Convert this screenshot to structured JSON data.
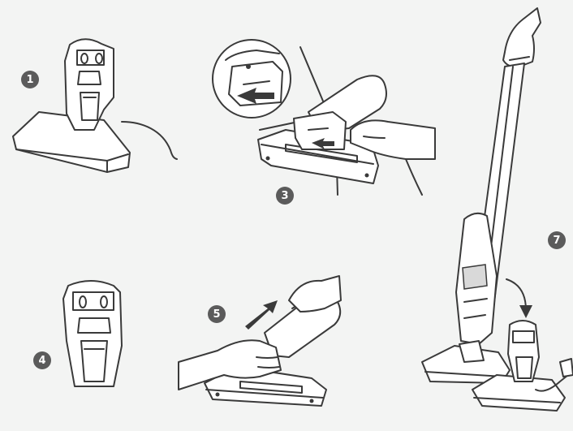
{
  "steps": [
    {
      "id": "1",
      "label": "1"
    },
    {
      "id": "3",
      "label": "3"
    },
    {
      "id": "4",
      "label": "4"
    },
    {
      "id": "5",
      "label": "5"
    },
    {
      "id": "7",
      "label": "7"
    }
  ],
  "colors": {
    "background": "#f3f4f3",
    "line": "#3a3a3a",
    "fill": "#ffffff",
    "badge": "#5b5b5b",
    "badge_text": "#ffffff"
  },
  "icons": [
    "vacuum-nozzle",
    "zoom-magnifier",
    "hand",
    "direction-arrow",
    "stick-vacuum",
    "charging-plug"
  ]
}
